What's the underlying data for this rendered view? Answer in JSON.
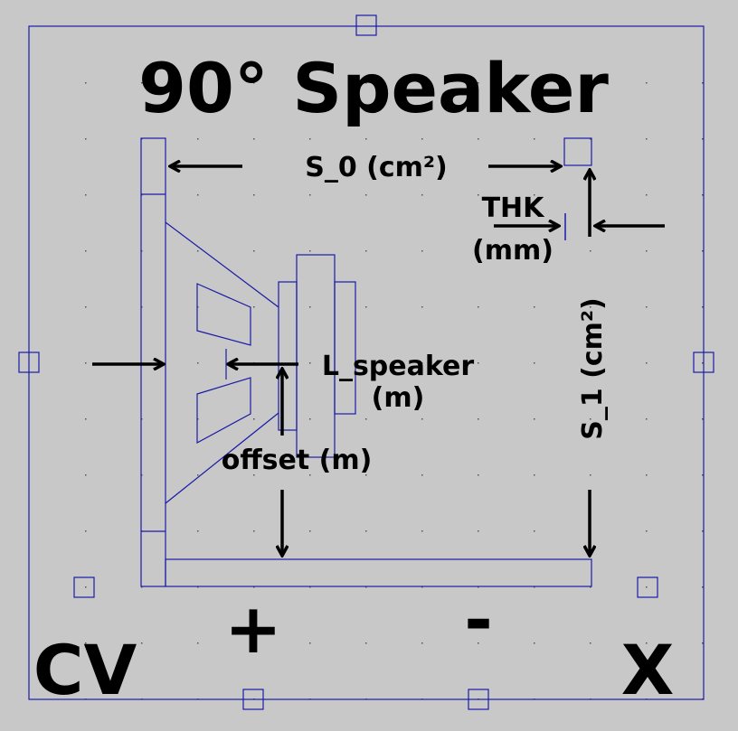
{
  "symbol": {
    "title": "90° Speaker",
    "pins": {
      "cv": "CV",
      "x": "X",
      "plus": "+",
      "minus": "-"
    },
    "labels": {
      "s0": "S_0 (cm²)",
      "thk_line1": "THK",
      "thk_line2": "(mm)",
      "l_speaker_line1": "L_speaker",
      "l_speaker_line2": "(m)",
      "offset": "offset (m)",
      "s1": "S_1 (cm²)"
    },
    "colors": {
      "background": "#c8c8c8",
      "outline": "#1a1aa6",
      "ink": "#000000",
      "grid_dot": "#555555"
    }
  }
}
